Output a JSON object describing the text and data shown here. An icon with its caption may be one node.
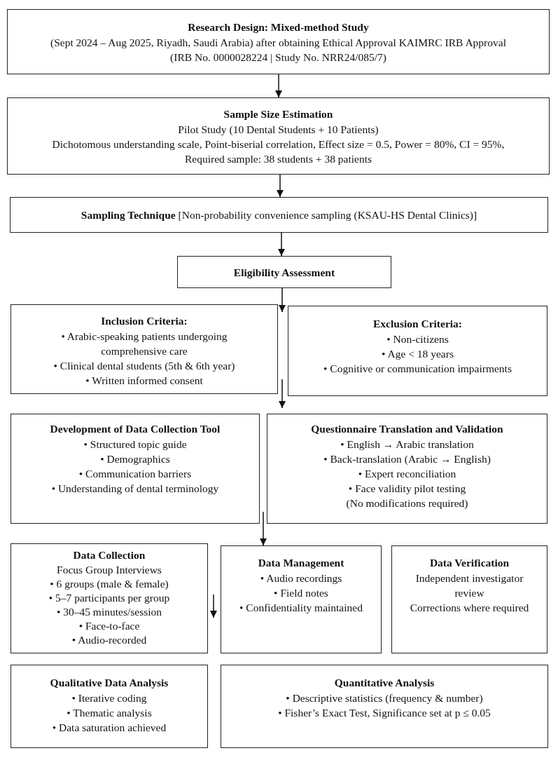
{
  "diagram": {
    "nodes": [
      {
        "text": [
          "Research Design: Mixed-method Study",
          "(Sept 2024 – Aug 2025, Riyadh, Saudi Arabia) after obtaining Ethical Approval KAIMRC IRB Approval",
          "(IRB No. 0000028224 | Study No. NRR24/085/7)"
        ]
      },
      {
        "text": [
          "Sample Size Estimation",
          "Pilot Study (10 Dental Students + 10 Patients)",
          "Dichotomous understanding scale, Point-biserial correlation, Effect size = 0.5, Power = 80%, CI = 95%,",
          "Required sample: 38 students + 38 patients"
        ]
      },
      {
        "text": [
          "**Sampling Technique** [Non-probability convenience sampling (KSAU-HS Dental Clinics)]"
        ]
      },
      {
        "text": [
          "Eligibility Assessment"
        ]
      },
      {
        "text": [
          "Inclusion Criteria:",
          "• Arabic-speaking patients undergoing comprehensive care",
          "• Clinical dental students (5th & 6th year)",
          "• Written informed consent"
        ]
      },
      {
        "text": [
          "Exclusion Criteria:",
          "• Non-citizens",
          "• Age < 18 years",
          "• Cognitive or communication impairments"
        ]
      },
      {
        "text": [
          "Development of Data Collection Tool",
          "• Structured topic guide",
          "• Demographics",
          "• Communication barriers",
          "• Understanding of dental terminology"
        ]
      },
      {
        "text": [
          "Questionnaire Translation and Validation",
          "• English → Arabic translation",
          "• Back-translation (Arabic → English)",
          "• Expert reconciliation",
          "• Face validity pilot testing",
          "(No modifications required)"
        ]
      },
      {
        "text": [
          "Data Collection",
          "Focus Group Interviews",
          "• 6 groups (male & female)",
          "• 5–7 participants per group",
          "• 30–45 minutes/session",
          "• Face-to-face",
          "• Audio-recorded"
        ]
      },
      {
        "text": [
          "Data Management",
          "• Audio recordings",
          "• Field notes",
          "• Confidentiality maintained"
        ]
      },
      {
        "text": [
          "Data Verification",
          "Independent investigator review",
          "Corrections where required"
        ]
      },
      {
        "text": [
          "Qualitative Data Analysis",
          "• Iterative coding",
          "• Thematic analysis",
          "• Data saturation achieved"
        ]
      },
      {
        "text": [
          "Quantitative Analysis",
          "• Descriptive statistics (frequency & number)",
          "• Fisher’s Exact Test, Significance set at p ≤ 0.05"
        ]
      }
    ],
    "edges": [
      {
        "from": 0,
        "to": 1,
        "arrow": "to"
      },
      {
        "from": 1,
        "to": 2,
        "arrow": "to"
      },
      {
        "from": 2,
        "to": 3,
        "arrow": "to"
      },
      {
        "from": 3,
        "to": 5,
        "arrow": "to"
      },
      {
        "from": 4,
        "to": 7,
        "arrow": "to"
      },
      {
        "from": 6,
        "to": 9,
        "arrow": "to"
      },
      {
        "from": 8,
        "to": 9,
        "arrow": "to"
      }
    ]
  }
}
